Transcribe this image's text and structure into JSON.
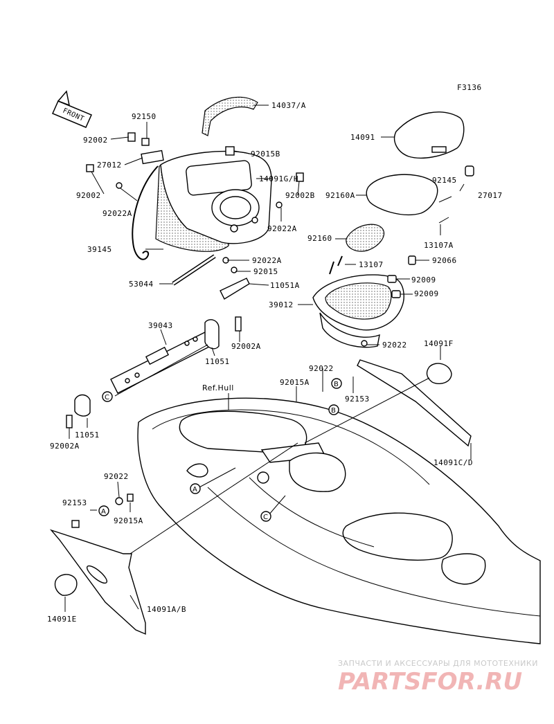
{
  "figure_code": "F3136",
  "front_label": "FRONT",
  "ref_hull_label": "Ref.Hull",
  "parts": {
    "p14037": "14037/A",
    "p92150": "92150",
    "p92002_top": "92002",
    "p92015B": "92015B",
    "p27012": "27012",
    "p14091GH": "14091G/H",
    "p92002_left": "92002",
    "p92002B": "92002B",
    "p92022A_left": "92022A",
    "p92022A_mid": "92022A",
    "p39145": "39145",
    "p92022A_low": "92022A",
    "p92015": "92015",
    "p53044": "53044",
    "p11051A": "11051A",
    "p14091": "14091",
    "p92145": "92145",
    "p27017": "27017",
    "p92160A": "92160A",
    "p92160": "92160",
    "p13107A": "13107A",
    "p13107": "13107",
    "p92066": "92066",
    "p92009_a": "92009",
    "p92009_b": "92009",
    "p39012": "39012",
    "p92022_right": "92022",
    "p14091F": "14091F",
    "p39043": "39043",
    "p92002A_mid": "92002A",
    "p11051_mid": "11051",
    "p92022_mid": "92022",
    "p92015A_mid": "92015A",
    "p92153_mid": "92153",
    "p11051_left": "11051",
    "p92002A_left": "92002A",
    "p14091CD": "14091C/D",
    "p92022_low": "92022",
    "p92153_low": "92153",
    "p92015A_low": "92015A",
    "p14091E": "14091E",
    "p14091AB": "14091A/B"
  },
  "callouts": {
    "a": "A",
    "b": "B",
    "c": "C"
  },
  "watermark": {
    "line1": "ЗАПЧАСТИ И АКСЕССУАРЫ ДЛЯ МОТОТЕХНИКИ",
    "line2": "PARTSFOR.RU"
  }
}
